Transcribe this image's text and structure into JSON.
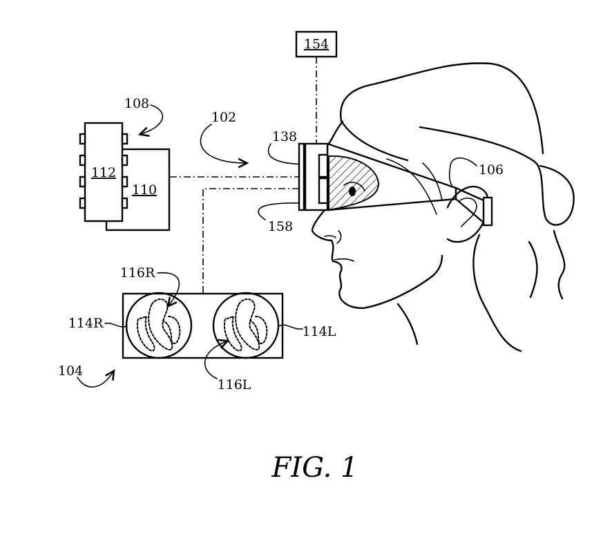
{
  "figure": {
    "caption": "FIG. 1"
  },
  "reference_labels": {
    "system": "102",
    "display_assembly": "104",
    "headset": "106",
    "processing_device": "108",
    "memory": "110",
    "processor": "112",
    "image_right": "114R",
    "image_left": "114L",
    "object_right": "116R",
    "object_left": "116L",
    "lens": "138",
    "external_device": "154",
    "sensor": "158"
  },
  "colors": {
    "line": "#000000",
    "background": "#ffffff"
  }
}
